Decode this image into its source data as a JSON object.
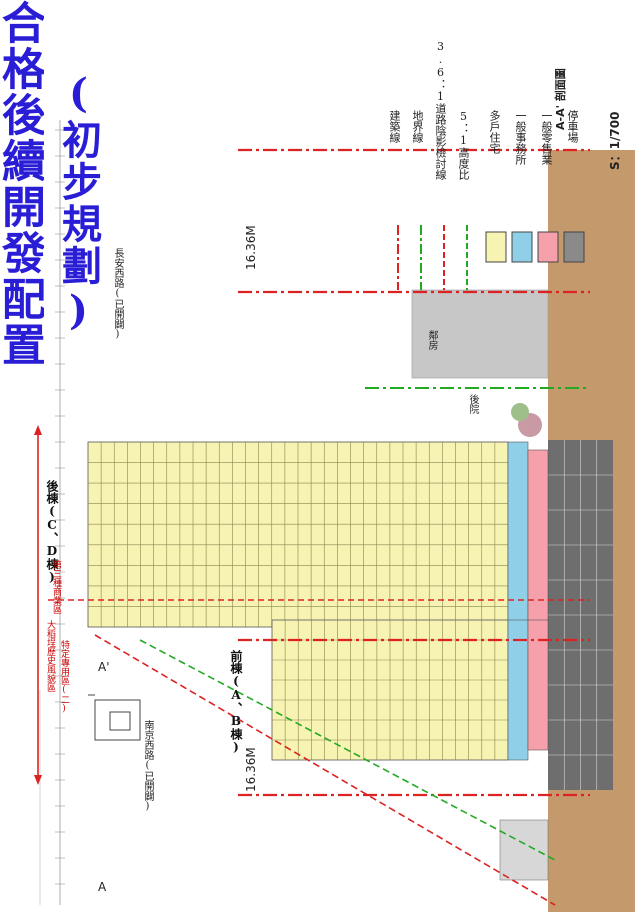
{
  "title": {
    "main": "合格後續開發配置",
    "sub": "(初步規劃)"
  },
  "legend": {
    "items": [
      {
        "label": "建築線",
        "style": "red-dashdot"
      },
      {
        "label": "地界線",
        "style": "green-dashdot"
      },
      {
        "label": "3.6：1道路陰影檢討線",
        "style": "red-dash"
      },
      {
        "label": "5：1高度比",
        "style": "green-dash"
      },
      {
        "label": "多戶住宅",
        "color": "#f7f3b2"
      },
      {
        "label": "一般事務所",
        "color": "#8fd0e8"
      },
      {
        "label": "一般零售業",
        "color": "#f6a0ab"
      },
      {
        "label": "停車場",
        "color": "#8a8a8a"
      }
    ],
    "section_label": "A-A' 剖面圖",
    "scale": "S：1/700"
  },
  "labels": {
    "road_top": "長安西路(已開闢)",
    "road_bottom": "南京西路(已開闢)",
    "width_top": "16.36M",
    "width_bottom": "16.36M",
    "rear_building": "後棟(C、D棟)",
    "front_building": "前棟(A、B棟)",
    "zone_rear": "第三種商業區",
    "zone_front_1": "大稻埕歷史風貌區",
    "zone_front_2": "特定專用區(二)",
    "neighbor": "鄰房",
    "rear_yard": "後院",
    "section_a": "A",
    "section_a2": "A'"
  },
  "colors": {
    "residential": "#f7f3b2",
    "office": "#8fd0e8",
    "retail": "#f6a0ab",
    "parking": "#8a8a8a",
    "ground": "#c49a6c",
    "title": "#2a1dd6"
  }
}
